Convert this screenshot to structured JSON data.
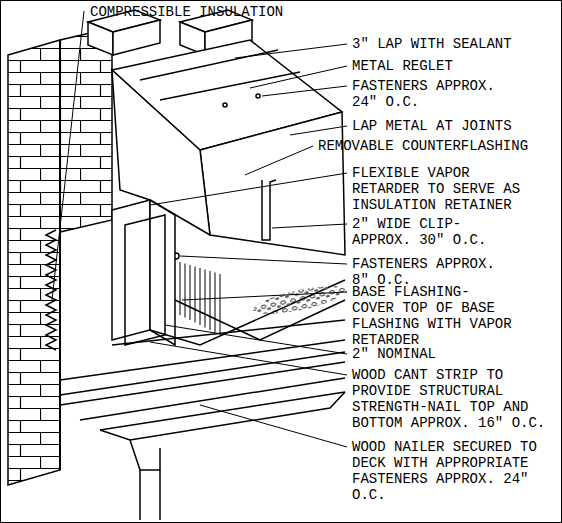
{
  "diagram": {
    "labels": [
      "COMPRESSIBLE INSULATION",
      "3\" LAP WITH SEALANT",
      "METAL REGLET",
      "FASTENERS APPROX. 24\" O.C.",
      "LAP METAL AT JOINTS",
      "REMOVABLE COUNTERFLASHING",
      "FLEXIBLE VAPOR RETARDER TO SERVE AS INSULATION RETAINER",
      "2\" WIDE CLIP- APPROX. 30\" O.C.",
      "FASTENERS APPROX. 8\" O.C.",
      "BASE FLASHING- COVER TOP OF BASE FLASHING WITH VAPOR RETARDER",
      "2\" NOMINAL",
      "WOOD CANT STRIP TO PROVIDE STRUCTURAL STRENGTH-NAIL TOP AND BOTTOM APPROX. 16\" O.C.",
      "WOOD NAILER SECURED TO DECK WITH APPROPRIATE FASTENERS APPROX. 24\" O.C."
    ]
  }
}
